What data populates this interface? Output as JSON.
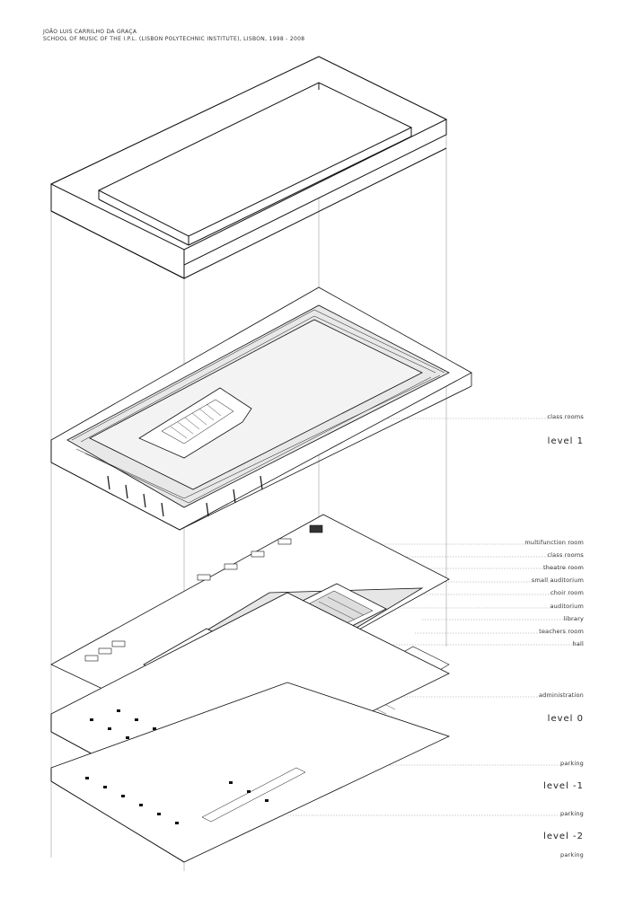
{
  "header": {
    "architect": "JOÃO LUIS CARRILHO DA GRAÇA",
    "project": "SCHOOL OF MUSIC OF THE I.P.L. (LISBON POLYTECHNIC INSTITUTE), LISBON, 1998 - 2008"
  },
  "levels": {
    "level1": {
      "name": "level 1",
      "labels": [
        "class rooms"
      ]
    },
    "level0": {
      "name": "level 0",
      "labels": [
        "multifunction room",
        "class rooms",
        "theatre room",
        "small auditorium",
        "choir room",
        "auditorium",
        "library",
        "teachers room",
        "hall",
        "administration"
      ]
    },
    "levelm1": {
      "name": "level -1",
      "labels": [
        "parking"
      ]
    },
    "levelm2": {
      "name": "level -2",
      "labels": [
        "parking",
        "parking"
      ]
    }
  }
}
